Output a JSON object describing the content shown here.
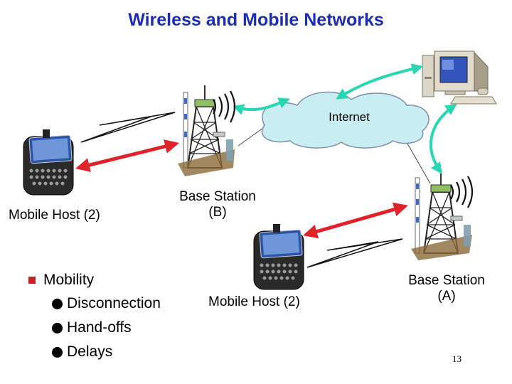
{
  "slide": {
    "title": "Wireless and Mobile Networks",
    "page_number": "13"
  },
  "diagram": {
    "cloud_label": "Internet",
    "base_station_b": {
      "line1": "Base Station",
      "line2": "(B)"
    },
    "base_station_a": {
      "line1": "Base Station",
      "line2": "(A)"
    },
    "mobile_host_left": "Mobile Host (2)",
    "mobile_host_right": "Mobile Host (2)"
  },
  "bullets": {
    "main": "Mobility",
    "sub": [
      "Disconnection",
      "Hand-offs",
      "Delays"
    ]
  },
  "colors": {
    "title": "#1c2cb4",
    "cloud": "#c8eef2",
    "cyan_arrow": "#27d7b2",
    "red_arrow": "#e0222a",
    "bullet_square": "#cc1f1f"
  }
}
